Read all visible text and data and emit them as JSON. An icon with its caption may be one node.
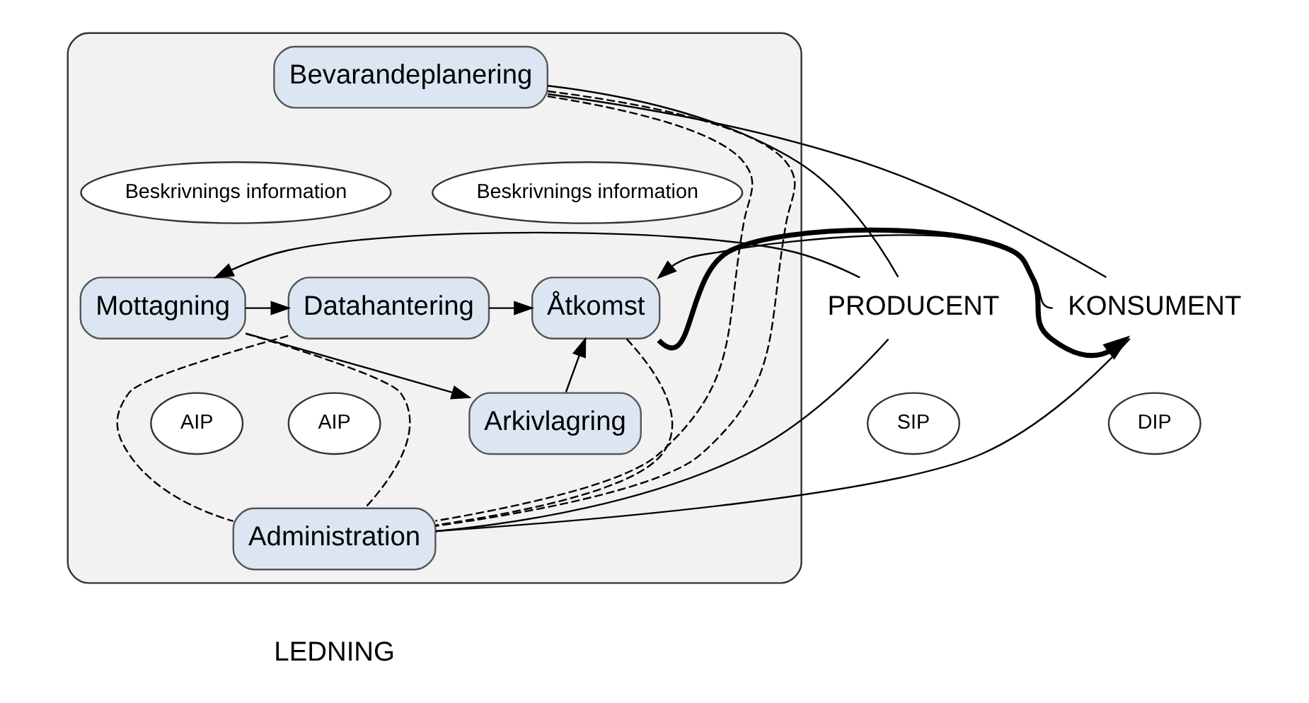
{
  "diagram": {
    "nodes": [
      {
        "text": [],
        "shape": "box"
      },
      {
        "text": [
          "Bevarandeplanering"
        ],
        "in": 0
      },
      {
        "text": [
          "Beskrivnings information"
        ],
        "in": 0
      },
      {
        "text": [
          "Datahantering"
        ],
        "in": 0
      },
      {
        "text": [
          "Beskrivnings information"
        ],
        "in": 0
      },
      {
        "text": [
          "PRODUCENT"
        ]
      },
      {
        "text": [
          "Mottagning"
        ],
        "in": 0
      },
      {
        "text": [
          "Åtkomst"
        ],
        "in": 0
      },
      {
        "text": [
          "SIP"
        ]
      },
      {
        "text": [
          "DIP"
        ]
      },
      {
        "text": [
          "AIP"
        ],
        "in": 0
      },
      {
        "text": [
          "Arkivlagring"
        ],
        "in": 0
      },
      {
        "text": [
          "AIP"
        ],
        "in": 0
      },
      {
        "text": [
          "Administration"
        ],
        "in": 0
      },
      {
        "text": [
          "KONSUMENT"
        ]
      }
    ],
    "edges": [
      {
        "from": 5,
        "to": 1,
        "arrow": "none"
      },
      {
        "from": 1,
        "to": 14,
        "arrow": "none"
      },
      {
        "from": 6,
        "to": 3,
        "arrow": "to"
      },
      {
        "from": 3,
        "to": 7,
        "arrow": "to"
      },
      {
        "from": 5,
        "to": 6,
        "arrow": "to"
      },
      {
        "from": 14,
        "to": 7,
        "arrow": "to"
      },
      {
        "from": 7,
        "to": 14,
        "arrow": "to",
        "style": "thick"
      },
      {
        "from": 6,
        "to": 11,
        "arrow": "to"
      },
      {
        "from": 11,
        "to": 7,
        "arrow": "to"
      },
      {
        "from": 1,
        "to": 13,
        "arrow": "none",
        "style": "dashed"
      },
      {
        "from": 1,
        "to": 13,
        "arrow": "none",
        "style": "dashed"
      },
      {
        "from": 6,
        "to": 13,
        "arrow": "none",
        "style": "dashed"
      },
      {
        "from": 3,
        "to": 13,
        "arrow": "none",
        "style": "dashed"
      },
      {
        "from": 7,
        "to": 13,
        "arrow": "none",
        "style": "dashed"
      },
      {
        "from": 5,
        "to": 13,
        "arrow": "none"
      },
      {
        "from": 13,
        "to": 14,
        "arrow": "none"
      }
    ],
    "labels": [
      "LEDNING"
    ]
  }
}
